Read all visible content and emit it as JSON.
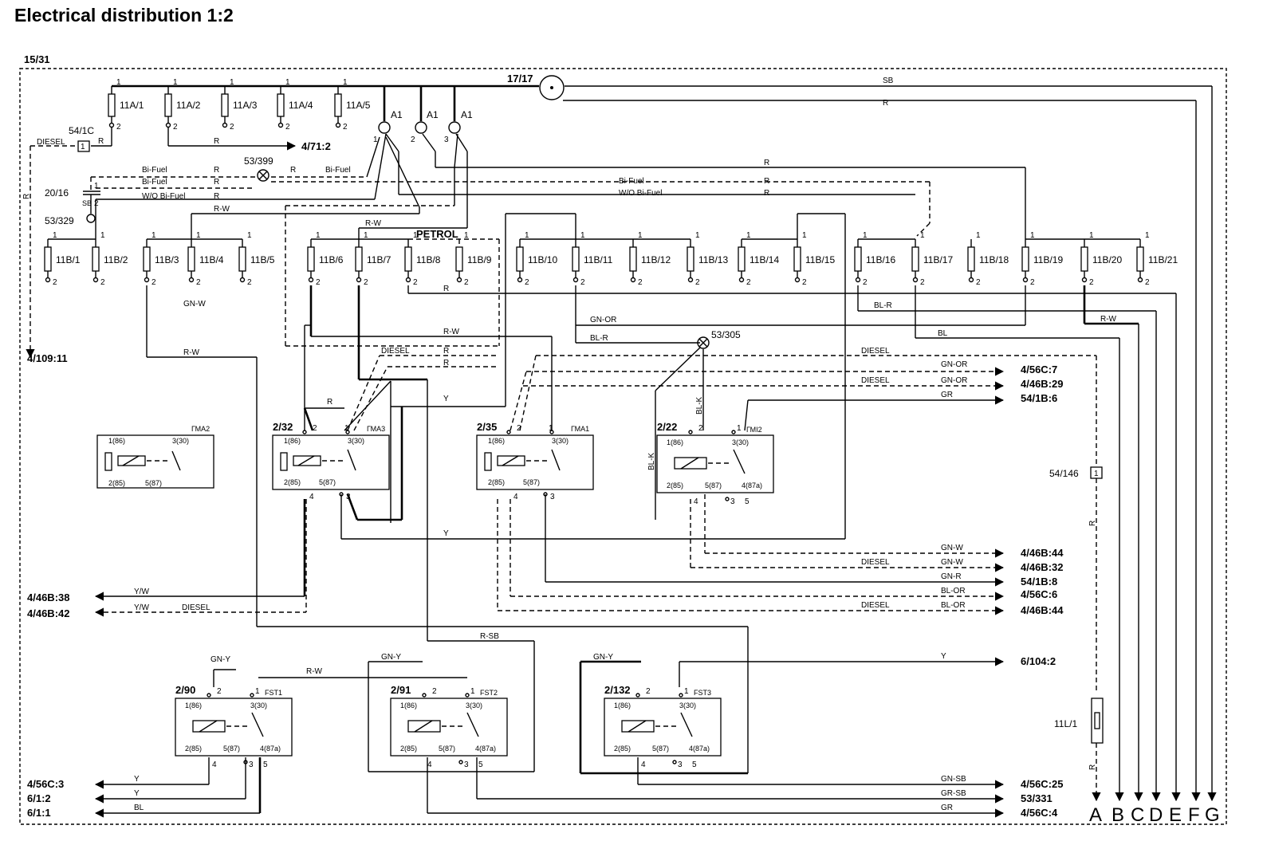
{
  "title": "Electrical distribution 1:2",
  "frame_ref": "15/31",
  "ignition_switch": "17/17",
  "fuses_11A": [
    "11A/1",
    "11A/2",
    "11A/3",
    "11A/4",
    "11A/5"
  ],
  "fuses_11B": [
    "11B/1",
    "11B/2",
    "11B/3",
    "11B/4",
    "11B/5",
    "11B/6",
    "11B/7",
    "11B/8",
    "11B/9",
    "11B/10",
    "11B/11",
    "11B/12",
    "11B/13",
    "11B/14",
    "11B/15",
    "11B/16",
    "11B/17",
    "11B/18",
    "11B/19",
    "11B/20",
    "11B/21"
  ],
  "fuse_11L": "11L/1",
  "pin1": "1",
  "pin2": "2",
  "a1": "A1",
  "components": {
    "c54_1c": "54/1C",
    "c20_16": "20/16",
    "c53_329": "53/329",
    "c53_399": "53/399",
    "c53_305": "53/305",
    "c54_146": "54/146",
    "c2_32": "2/32",
    "c2_35": "2/35",
    "c2_22": "2/22",
    "c2_90": "2/90",
    "c2_91": "2/91",
    "c2_132": "2/132"
  },
  "relays": {
    "gma2": "ГМА2",
    "gma3": "ГМА3",
    "gma1": "ГМА1",
    "gmi2": "ГМI2",
    "fst1": "FST1",
    "fst2": "FST2",
    "fst3": "FST3"
  },
  "relay_pins": {
    "p86": "1(86)",
    "p85": "2(85)",
    "p30": "3(30)",
    "p87": "5(87)",
    "p87a": "4(87a)",
    "n1": "1",
    "n2": "2",
    "n3": "3",
    "n4": "4",
    "n5": "5"
  },
  "text_labels": {
    "diesel": "DIESEL",
    "bifuel": "Bi-Fuel",
    "wo_bifuel": "W/O Bi-Fuel",
    "petrol": "PETROL"
  },
  "wire_colors": {
    "sb": "SB",
    "r": "R",
    "rw": "R-W",
    "gnw": "GN-W",
    "gnor": "GN-OR",
    "blr": "BL-R",
    "bl": "BL",
    "y": "Y",
    "yw": "Y/W",
    "gnr": "GN-R",
    "blor": "BL-OR",
    "rsb": "R-SB",
    "gny": "GN-Y",
    "gnsb": "GN-SB",
    "grsb": "GR-SB",
    "gr": "GR",
    "blk": "BL-K"
  },
  "connectors": {
    "c4_71_2": "4/71:2",
    "c4_109_11": "4/109:11",
    "c4_56c_7": "4/56C:7",
    "c4_46b_29": "4/46B:29",
    "c54_1b_6": "54/1B:6",
    "c4_46b_44a": "4/46B:44",
    "c4_46b_32": "4/46B:32",
    "c54_1b_8": "54/1B:8",
    "c4_56c_6": "4/56C:6",
    "c4_46b_44b": "4/46B:44",
    "c4_46b_38": "4/46B:38",
    "c4_46b_42": "4/46B:42",
    "c6_104_2": "6/104:2",
    "c4_56c_3": "4/56C:3",
    "c6_1_2": "6/1:2",
    "c6_1_1": "6/1:1",
    "c4_56c_25": "4/56C:25",
    "c53_331": "53/331",
    "c4_56c_4": "4/56C:4"
  },
  "bus_letters": [
    "A",
    "B",
    "C",
    "D",
    "E",
    "F",
    "G"
  ]
}
